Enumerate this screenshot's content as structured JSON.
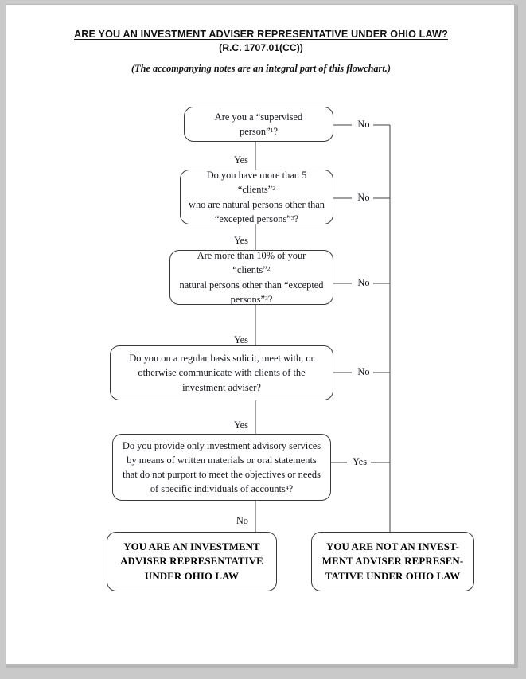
{
  "document": {
    "title": "ARE YOU AN INVESTMENT ADVISER REPRESENTATIVE UNDER OHIO LAW?",
    "subtitle": "(R.C. 1707.01(CC))",
    "note": "(The accompanying notes are an integral part of this flowchart.)"
  },
  "chart_data": {
    "type": "diagram",
    "diagram_kind": "decision-flowchart",
    "title": "ARE YOU AN INVESTMENT ADVISER REPRESENTATIVE UNDER OHIO LAW?",
    "nodes": [
      {
        "id": "q1",
        "kind": "decision",
        "lines": [
          [
            {
              "t": "Are you a “supervised"
            }
          ],
          [
            {
              "t": "person”"
            },
            {
              "sup": "1"
            },
            {
              "t": "?"
            }
          ]
        ],
        "yes_label": "Yes",
        "no_label": "No"
      },
      {
        "id": "q2",
        "kind": "decision",
        "lines": [
          [
            {
              "t": "Do you have more than 5 “clients”"
            },
            {
              "sup": "2"
            }
          ],
          [
            {
              "t": "who are natural persons other than"
            }
          ],
          [
            {
              "t": "“excepted persons”"
            },
            {
              "sup": "3"
            },
            {
              "t": "?"
            }
          ]
        ],
        "yes_label": "Yes",
        "no_label": "No"
      },
      {
        "id": "q3",
        "kind": "decision",
        "lines": [
          [
            {
              "t": "Are more than 10% of your “clients”"
            },
            {
              "sup": "2"
            }
          ],
          [
            {
              "t": "natural persons other than “excepted"
            }
          ],
          [
            {
              "t": "persons”"
            },
            {
              "sup": "3"
            },
            {
              "t": "?"
            }
          ]
        ],
        "yes_label": "Yes",
        "no_label": "No"
      },
      {
        "id": "q4",
        "kind": "decision",
        "lines": [
          [
            {
              "t": "Do you on a regular basis solicit, meet with, or"
            }
          ],
          [
            {
              "t": "otherwise communicate with clients of the"
            }
          ],
          [
            {
              "t": "investment adviser?"
            }
          ]
        ],
        "yes_label": "Yes",
        "no_label": "No"
      },
      {
        "id": "q5",
        "kind": "decision",
        "lines": [
          [
            {
              "t": "Do you provide only investment advisory services"
            }
          ],
          [
            {
              "t": "by means of written materials or oral statements"
            }
          ],
          [
            {
              "t": "that do not purport to meet the objectives or needs"
            }
          ],
          [
            {
              "t": "of specific individuals of accounts"
            },
            {
              "sup": "4"
            },
            {
              "t": "?"
            }
          ]
        ],
        "yes_label": "Yes",
        "no_label": "No"
      },
      {
        "id": "result-yes",
        "kind": "terminal",
        "lines": [
          [
            {
              "t": "YOU ARE AN INVESTMENT"
            }
          ],
          [
            {
              "t": "ADVISER REPRESENTATIVE"
            }
          ],
          [
            {
              "t": "UNDER OHIO LAW"
            }
          ]
        ]
      },
      {
        "id": "result-no",
        "kind": "terminal",
        "lines": [
          [
            {
              "t": "YOU ARE NOT AN INVEST-"
            }
          ],
          [
            {
              "t": "MENT ADVISER REPRESEN-"
            }
          ],
          [
            {
              "t": "TATIVE UNDER OHIO LAW"
            }
          ]
        ]
      }
    ],
    "edges": [
      {
        "from": "q1",
        "to": "q2",
        "label": "Yes"
      },
      {
        "from": "q1",
        "to": "result-no",
        "label": "No"
      },
      {
        "from": "q2",
        "to": "q3",
        "label": "Yes"
      },
      {
        "from": "q2",
        "to": "result-no",
        "label": "No"
      },
      {
        "from": "q3",
        "to": "q4",
        "label": "Yes"
      },
      {
        "from": "q3",
        "to": "result-no",
        "label": "No"
      },
      {
        "from": "q4",
        "to": "q5",
        "label": "Yes"
      },
      {
        "from": "q4",
        "to": "result-no",
        "label": "No"
      },
      {
        "from": "q5",
        "to": "result-yes",
        "label": "No"
      },
      {
        "from": "q5",
        "to": "result-no",
        "label": "Yes"
      }
    ],
    "edge_labels": {
      "yes": "Yes",
      "no": "No"
    }
  },
  "colors": {
    "page_background": "#ffffff",
    "canvas_background": "#c9c9c9",
    "box_border": "#3a3a3a",
    "connector": "#3f3f3f",
    "text": "#14161c"
  }
}
